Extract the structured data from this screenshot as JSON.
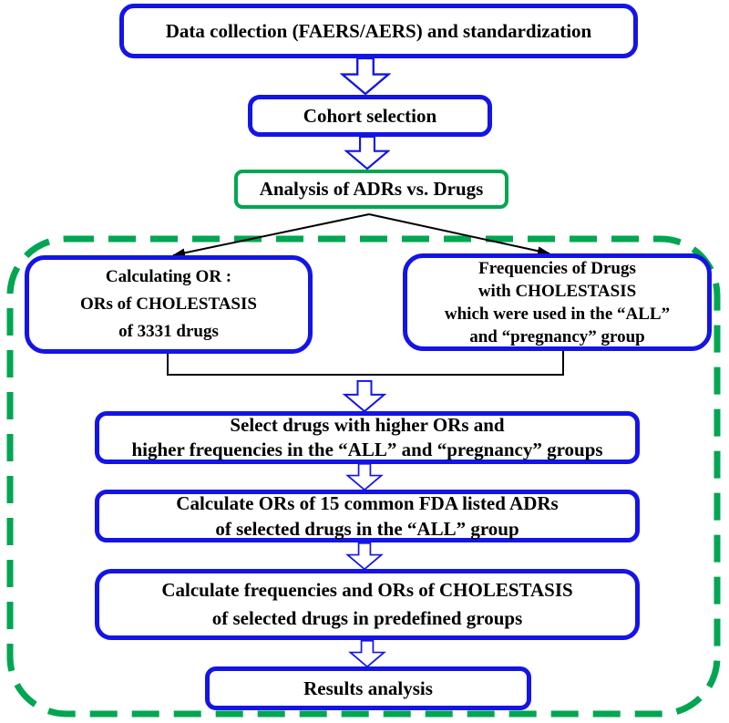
{
  "colors": {
    "node_border_blue": "#1414e6",
    "highlight_green": "#00a651",
    "text_black": "#000000",
    "connector_black": "#000000",
    "background": "#ffffff"
  },
  "icons": {
    "down_arrow": "outlined-block-down-arrow",
    "branch_arrow": "thin-black-line-arrow"
  },
  "flow": {
    "data_collection": {
      "label": "Data collection (FAERS/AERS) and standardization"
    },
    "cohort": {
      "label": "Cohort selection"
    },
    "analysis": {
      "label": "Analysis of ADRs vs. Drugs"
    },
    "calculating_or": {
      "lines": [
        "Calculating OR :",
        "ORs of  CHOLESTASIS",
        "of 3331 drugs"
      ]
    },
    "frequencies": {
      "lines": [
        "Frequencies of Drugs",
        "with CHOLESTASIS",
        "which were used in the “ALL”",
        "and “pregnancy” group"
      ]
    },
    "select_drugs": {
      "lines": [
        "Select drugs with higher ORs and",
        "higher frequencies in the “ALL” and  “pregnancy” groups"
      ]
    },
    "calc_ors_15": {
      "lines": [
        "Calculate ORs of 15 common FDA listed ADRs",
        "of selected drugs in the “ALL” group"
      ]
    },
    "calc_freq_ors": {
      "lines": [
        "Calculate frequencies and ORs of CHOLESTASIS",
        "of selected drugs in predefined groups"
      ]
    },
    "results": {
      "label": "Results analysis"
    }
  }
}
